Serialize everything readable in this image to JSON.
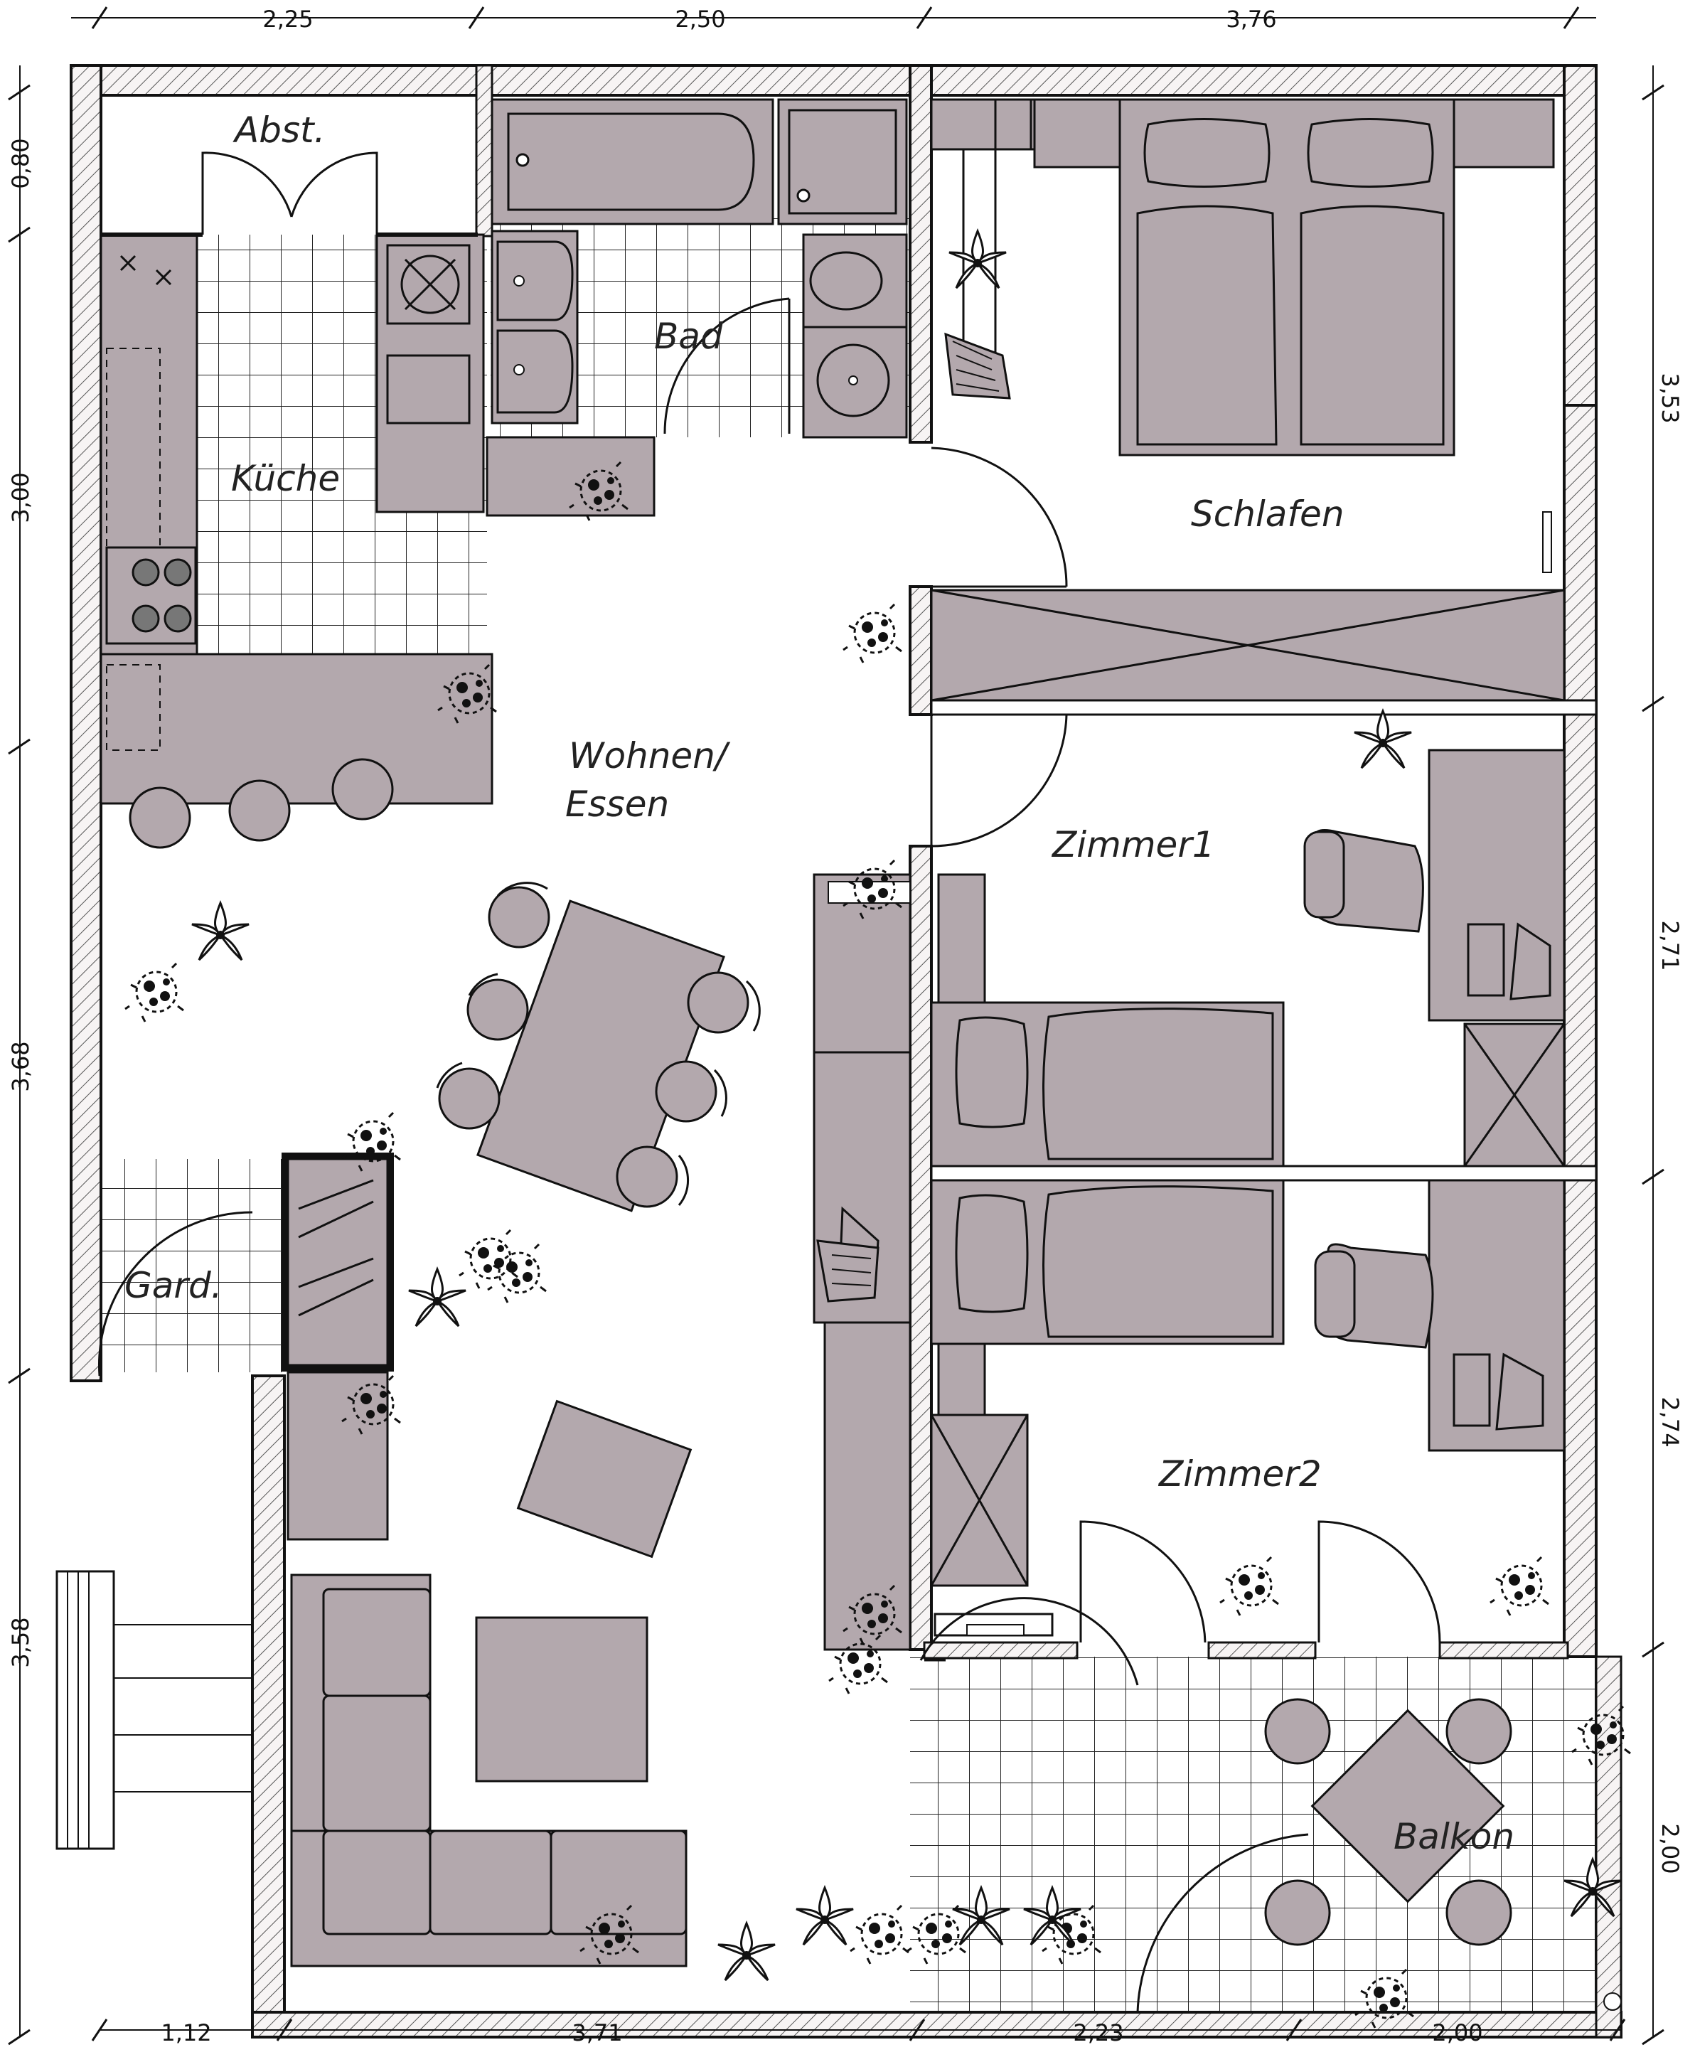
{
  "rooms": {
    "abst": "Abst.",
    "kueche": "Küche",
    "bad": "Bad",
    "schlafen": "Schlafen",
    "wohnen_line1": "Wohnen/",
    "wohnen_line2": "Essen",
    "zimmer1": "Zimmer1",
    "zimmer2": "Zimmer2",
    "gard": "Gard.",
    "balkon": "Balkon"
  },
  "dimensions": {
    "top": [
      "2,25",
      "2,50",
      "3,76"
    ],
    "bottom": [
      "1,12",
      "3,71",
      "2,23",
      "2,00"
    ],
    "left": [
      "0,80",
      "3,00",
      "3,68",
      "3,58"
    ],
    "right": [
      "3,53",
      "2,71",
      "2,74",
      "2,00"
    ]
  },
  "colors": {
    "furniture": "#b3a8ad",
    "wall_hatch": "#f2eeee",
    "line": "#111111"
  }
}
